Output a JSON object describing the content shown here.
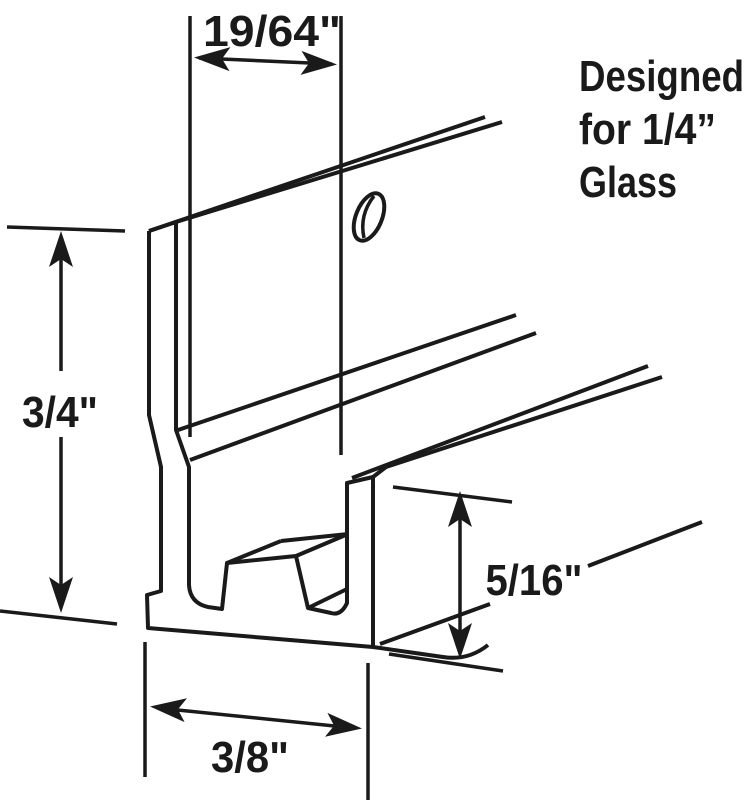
{
  "diagram": {
    "type": "technical-profile-drawing",
    "subject": "glass J-channel cross-section",
    "note": {
      "line1": "Designed",
      "line2": "for 1/4”",
      "line3": "Glass"
    },
    "dimensions": {
      "slot_width": "19/64\"",
      "back_wall_height": "3/4\"",
      "front_wall_height": "5/16\"",
      "base_width": "3/8\""
    },
    "colors": {
      "line": "#1a1a1a",
      "background": "#ffffff"
    }
  }
}
